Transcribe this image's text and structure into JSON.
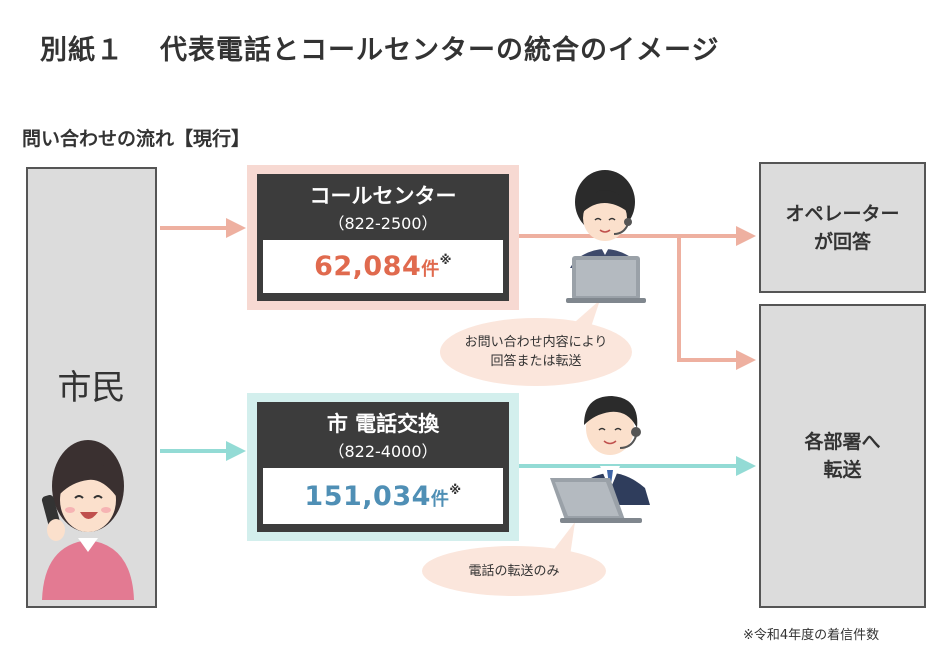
{
  "title": {
    "label": "別紙１",
    "text": "代表電話とコールセンターの統合のイメージ"
  },
  "subtitle": "問い合わせの流れ【現行】",
  "citizen": {
    "label": "市民"
  },
  "call_center": {
    "name": "コールセンター",
    "number": "（822-2500）",
    "count": "62,084",
    "unit": "件",
    "mark": "※",
    "color": "#e06a4e"
  },
  "exchange": {
    "name": "市 電話交換",
    "number": "（822-4000）",
    "count": "151,034",
    "unit": "件",
    "mark": "※",
    "color": "#4f8fb5"
  },
  "destinations": {
    "operator_line1": "オペレーター",
    "operator_line2": "が回答",
    "department_line1": "各部署へ",
    "department_line2": "転送"
  },
  "bubbles": {
    "call_center_line1": "お問い合わせ内容により",
    "call_center_line2": "回答または転送",
    "exchange": "電話の転送のみ"
  },
  "footnote": "※令和4年度の着信件数",
  "colors": {
    "salmon": "#eeb0a0",
    "teal": "#93dbd5",
    "bubble": "#fbe6dc"
  }
}
